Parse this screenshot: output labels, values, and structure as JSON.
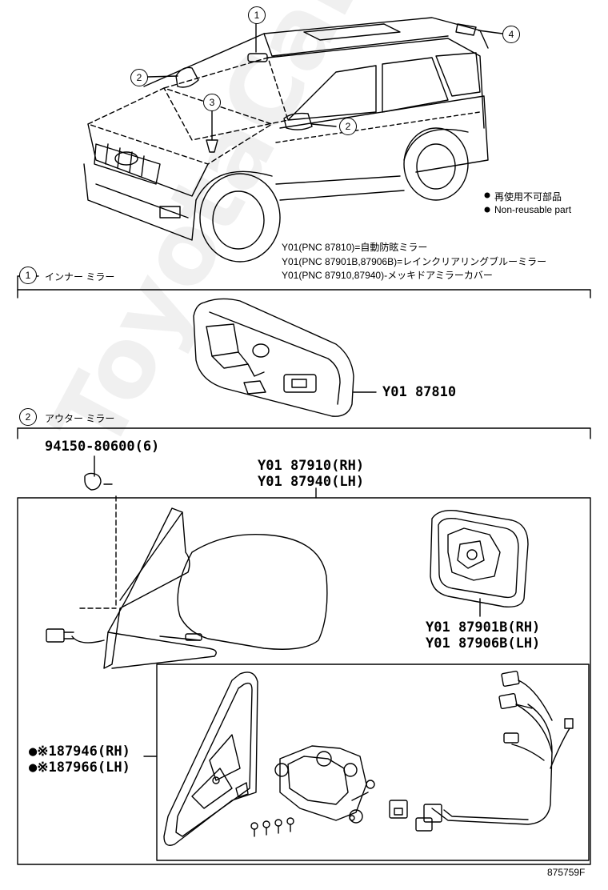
{
  "callouts": [
    "1",
    "2",
    "3",
    "4",
    "2"
  ],
  "legend": {
    "reusable_jp": "再使用不可部品",
    "reusable_en": "Non-reusable part"
  },
  "notes": [
    "Y01(PNC 87810)=自動防眩ミラー",
    "Y01(PNC 87901B,87906B)=レインクリアリングブルーミラー",
    "Y01(PNC 87910,87940)-メッキドアミラーカバー"
  ],
  "sections": {
    "inner": {
      "num": "1",
      "label": "インナー ミラー"
    },
    "outer": {
      "num": "2",
      "label": "アウター ミラー"
    }
  },
  "parts": {
    "inner_mirror": "Y01 87810",
    "screw": "94150-80600(6)",
    "outer_rh": "Y01 87910(RH)",
    "outer_lh": "Y01 87940(LH)",
    "glass_rh": "Y01 87901B(RH)",
    "glass_lh": "Y01 87906B(LH)",
    "sub_rh": "●※187946(RH)",
    "sub_lh": "●※187966(LH)"
  },
  "watermark": "ToyotaCarMirror.ru",
  "figure_id": "875759F"
}
